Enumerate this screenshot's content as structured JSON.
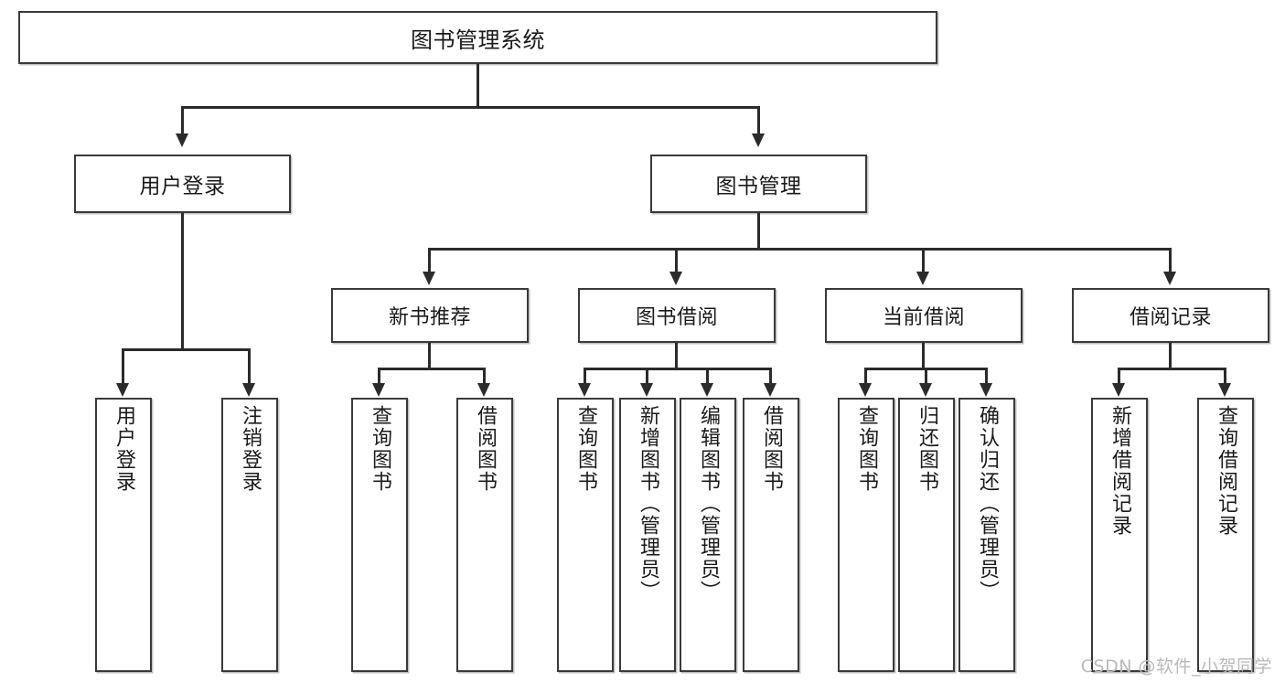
{
  "diagram": {
    "title": "图书管理系统",
    "root": {
      "label": "图书管理系统"
    },
    "level2": [
      {
        "label": "用户登录"
      },
      {
        "label": "图书管理"
      }
    ],
    "level3": [
      {
        "label": "新书推荐"
      },
      {
        "label": "图书借阅"
      },
      {
        "label": "当前借阅"
      },
      {
        "label": "借阅记录"
      }
    ],
    "leaves": {
      "user_login": [
        {
          "label": "用户登录"
        },
        {
          "label": "注销登录"
        }
      ],
      "new_book": [
        {
          "label": "查询图书"
        },
        {
          "label": "借阅图书"
        }
      ],
      "book_borrow": [
        {
          "label": "查询图书"
        },
        {
          "label": "新增图书（管理员）"
        },
        {
          "label": "编辑图书（管理员）"
        },
        {
          "label": "借阅图书"
        }
      ],
      "current_borrow": [
        {
          "label": "查询图书"
        },
        {
          "label": "归还图书"
        },
        {
          "label": "确认归还（管理员）"
        }
      ],
      "borrow_record": [
        {
          "label": "新增借阅记录"
        },
        {
          "label": "查询借阅记录"
        }
      ]
    }
  },
  "watermark": {
    "text": "CSDN @软件_小贺同学"
  },
  "colors": {
    "box_border": "#3a3a3a",
    "connector": "#2b2b2b",
    "background": "#ffffff",
    "watermark": "#b9b9b9"
  }
}
